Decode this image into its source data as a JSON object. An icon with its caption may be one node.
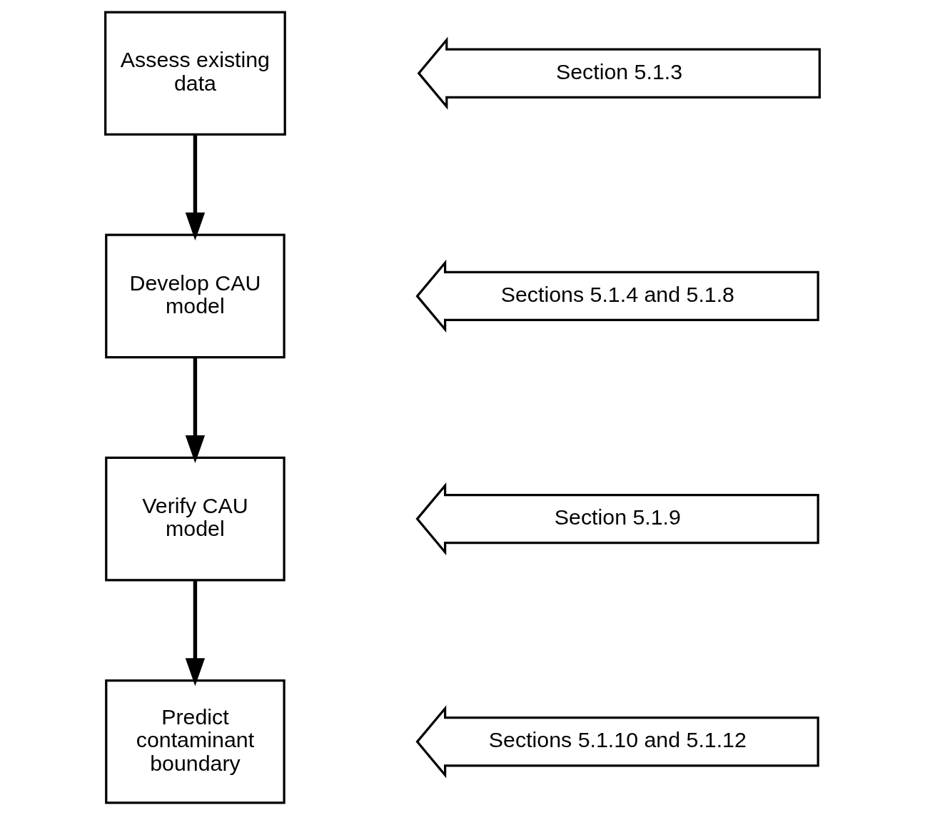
{
  "diagram": {
    "nodes": [
      {
        "text": [
          "Assess existing data"
        ]
      },
      {
        "text": [
          "Section 5.1.3"
        ]
      },
      {
        "text": [
          "Develop CAU model"
        ]
      },
      {
        "text": [
          "Sections 5.1.4 and 5.1.8"
        ]
      },
      {
        "text": [
          "Verify CAU model"
        ]
      },
      {
        "text": [
          "Section 5.1.9"
        ]
      },
      {
        "text": [
          "Predict contaminant boundary"
        ]
      },
      {
        "text": [
          "Sections 5.1.10 and 5.1.12"
        ]
      }
    ],
    "edges": [
      {
        "from": 0,
        "to": 2,
        "arrow": "to"
      },
      {
        "from": 2,
        "to": 4,
        "arrow": "to"
      },
      {
        "from": 4,
        "to": 6,
        "arrow": "to"
      }
    ]
  }
}
